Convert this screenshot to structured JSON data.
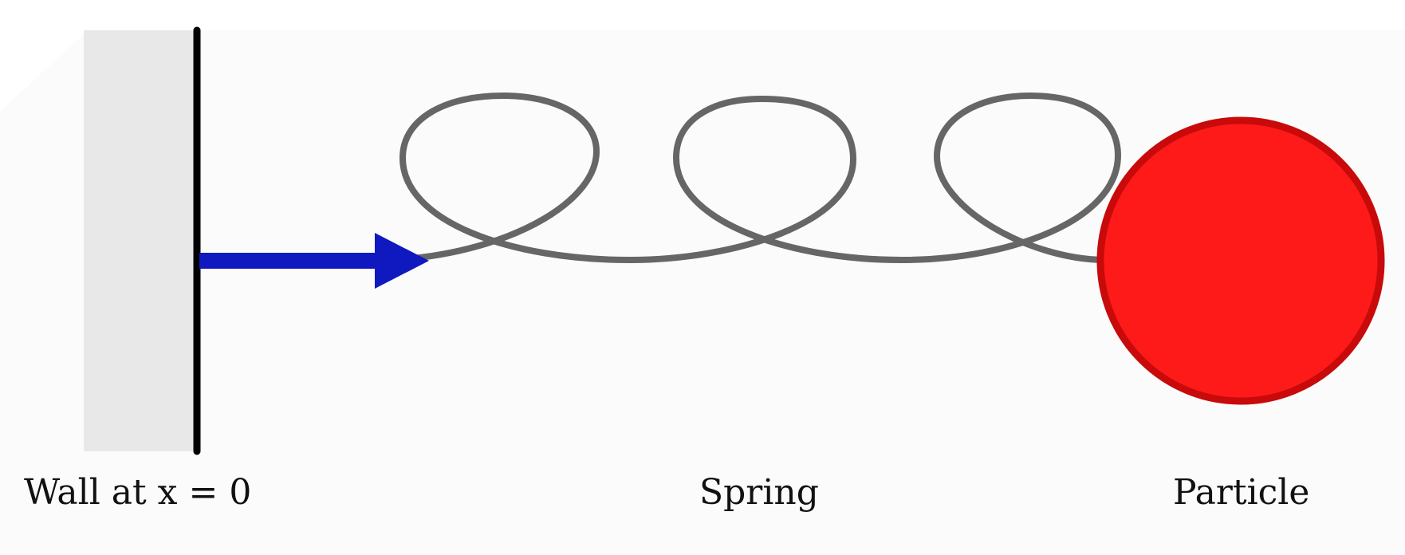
{
  "labels": {
    "wall": "Wall at x = 0",
    "spring": "Spring",
    "particle": "Particle"
  },
  "colors": {
    "background": "#fbfbfb",
    "wall_fill": "#e8e8e8",
    "wall_line": "#000000",
    "spring": "#666666",
    "arrow": "#1018c0",
    "particle_fill": "#ff1a1a",
    "particle_stroke": "#c80a0a"
  },
  "elements": {
    "spring_coils": 3,
    "arrow_direction": "right"
  }
}
